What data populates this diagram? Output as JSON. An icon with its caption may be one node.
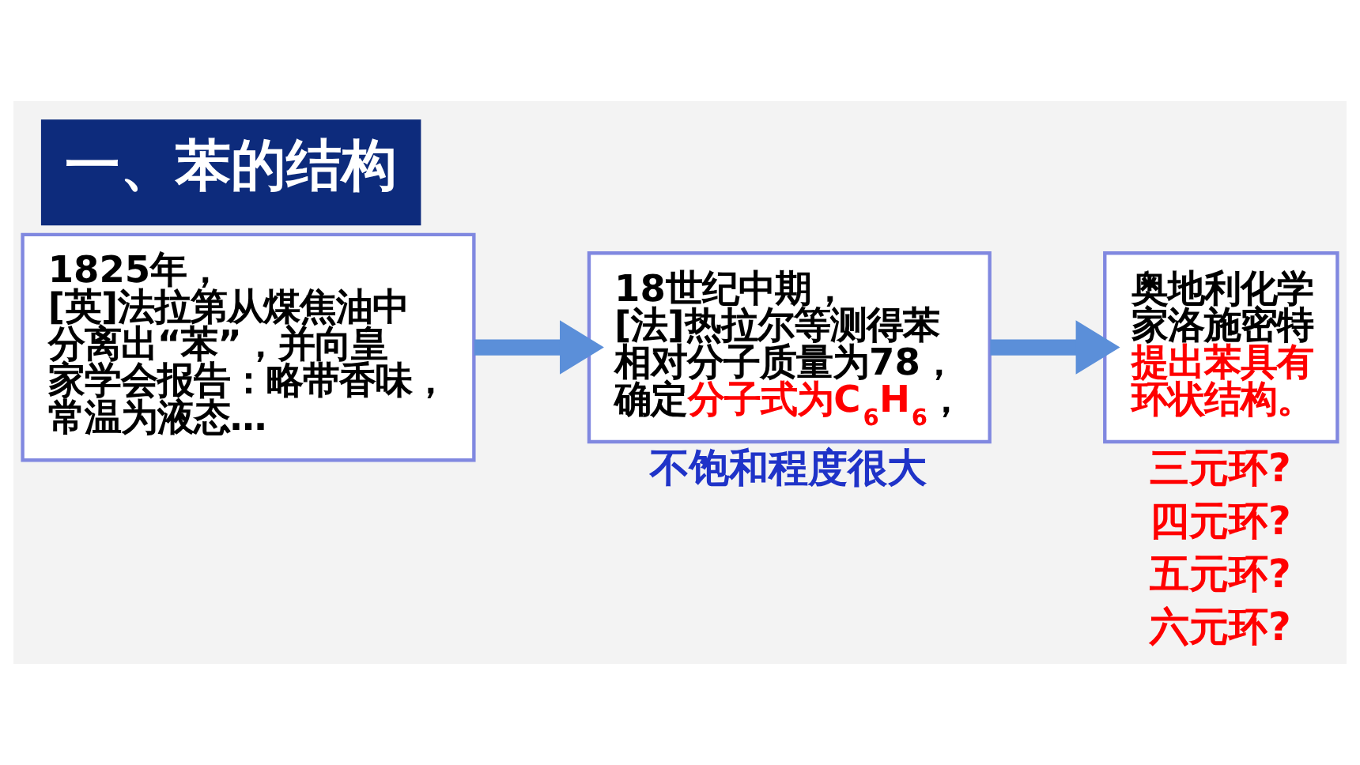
{
  "diagram": {
    "title": "一、苯的结构",
    "nodes": [
      {
        "text": [
          "1825年，",
          "[英]法拉第从煤焦油中分离出“苯”，并向皇家学会报告：略带香味，常温为液态…"
        ]
      },
      {
        "text": [
          "18世纪中期，",
          "[法]热拉尔等测得苯相对分子质量为78，确定**分子式为C$_{6}$H$_{6}$**，"
        ],
        "beside": [
          "不饱和程度很大"
        ]
      },
      {
        "text": [
          "奥地利化学家洛施密特**提出苯具有环状结构。**"
        ],
        "beside": [
          "三元环?",
          "四元环?",
          "五元环?",
          "六元环?"
        ]
      }
    ],
    "edges": [
      {
        "from": 0,
        "to": 1,
        "arrow": "to"
      },
      {
        "from": 1,
        "to": 2,
        "arrow": "to"
      }
    ]
  }
}
